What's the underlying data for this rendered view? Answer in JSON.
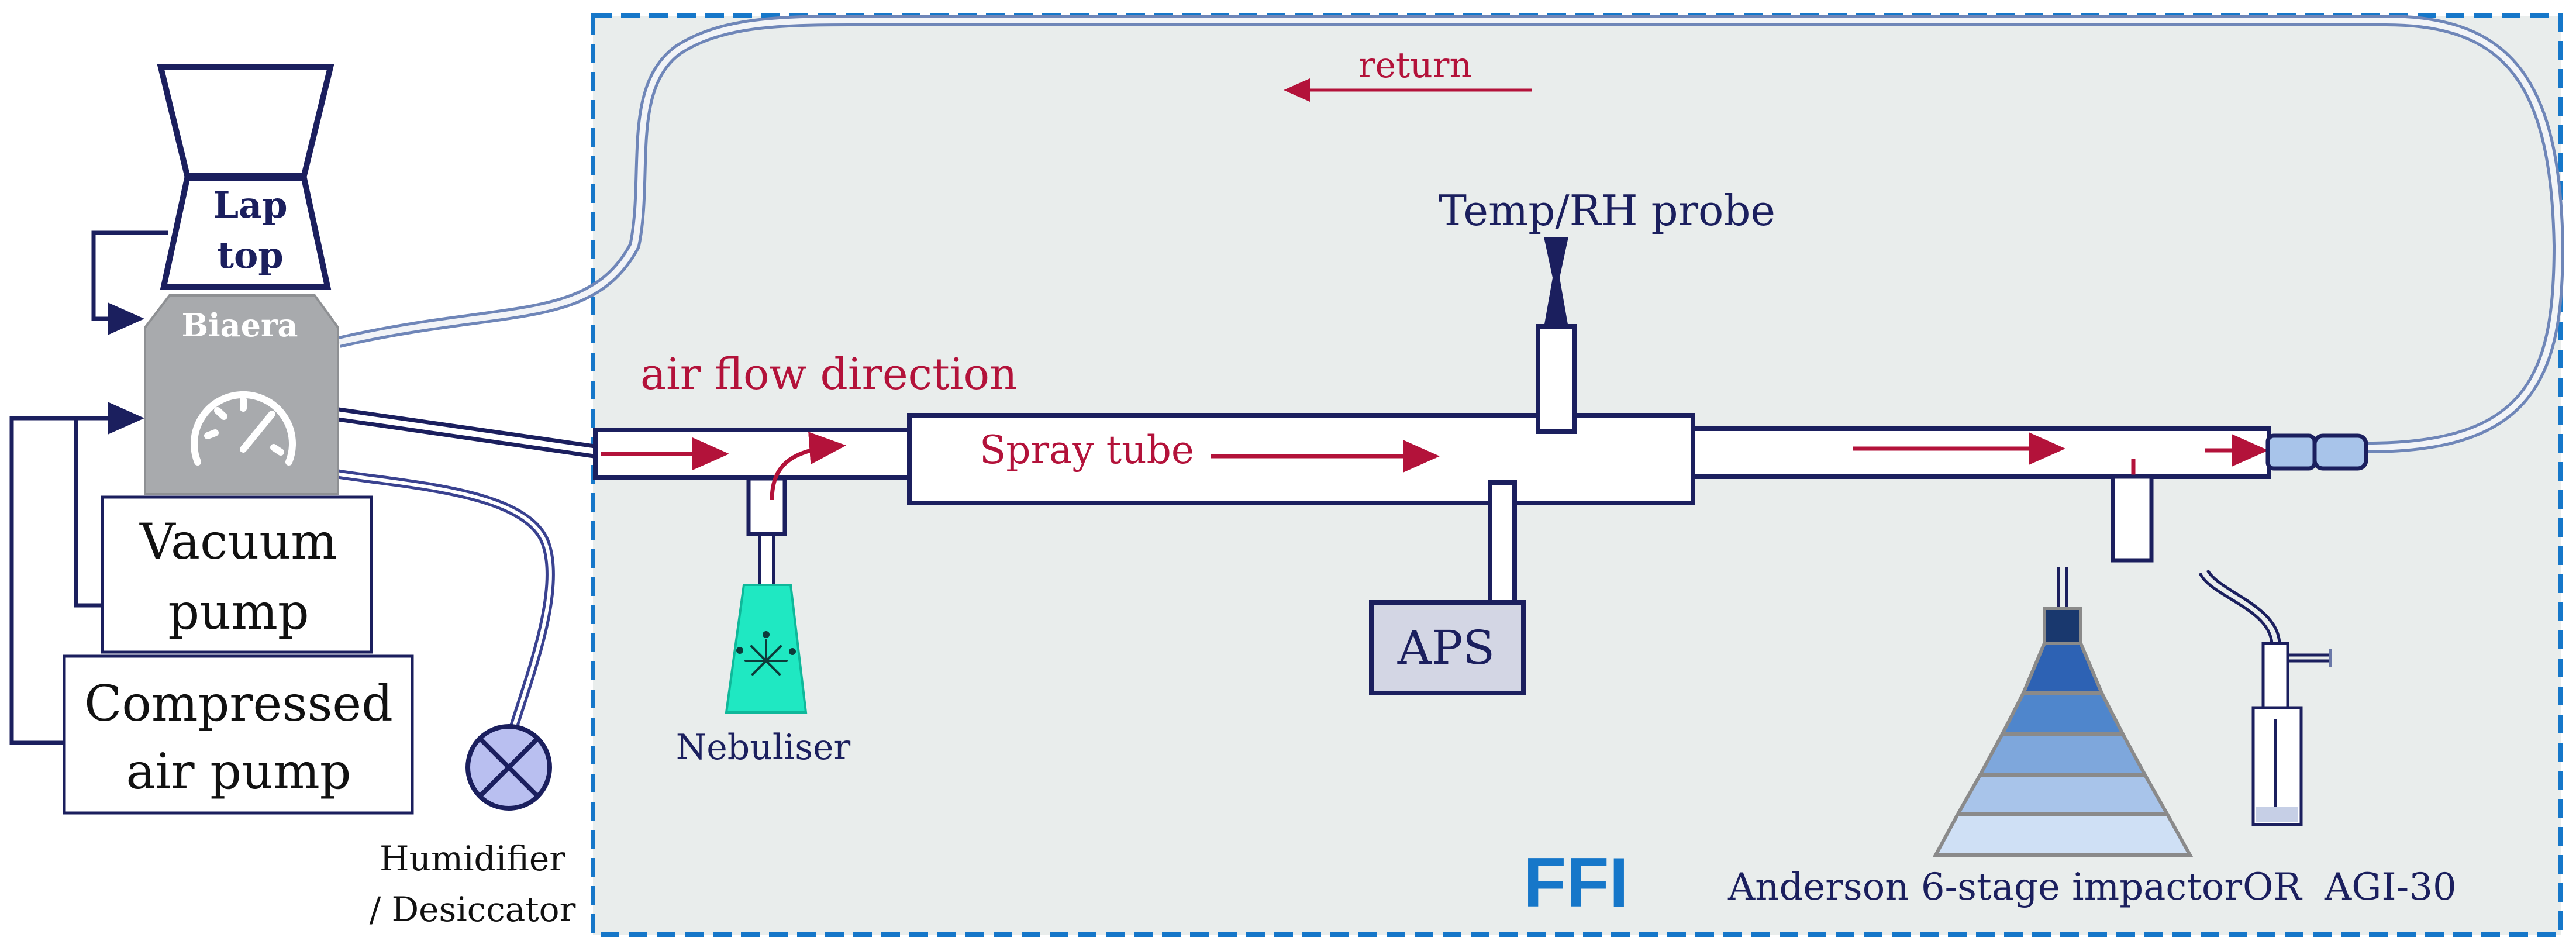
{
  "labels": {
    "laptop_line1": "Lap",
    "laptop_line2": "top",
    "biaera": "Biaera",
    "vacuum_line1": "Vacuum",
    "vacuum_line2": "pump",
    "compressed_line1": "Compressed",
    "compressed_line2": "air pump",
    "humidifier_line1": "Humidifier",
    "humidifier_line2": "/ Desiccator",
    "return": "return",
    "temp_rh_probe": "Temp/RH probe",
    "air_flow_direction": "air flow direction",
    "spray_tube": "Spray tube",
    "aps": "APS",
    "nebuliser": "Nebuliser",
    "ffi": "FFI",
    "anderson": "Anderson 6-stage impactor",
    "or": "OR",
    "agi": "AGI-30"
  },
  "colors": {
    "navy": "#1b1f5e",
    "red": "#b3123a",
    "chamber_fill": "#e9edec",
    "chamber_border": "#1677c9",
    "biaera_grey": "#a8aaad",
    "nebuliser_teal": "#1fe8c2",
    "tubing_blue": "#7f97c9",
    "humidifier_fill": "#b9bff0",
    "impactor_stages": [
      "#19386e",
      "#2d62b4",
      "#4f86cc",
      "#7ea7dc",
      "#a8c4ea",
      "#cfe0f5"
    ]
  },
  "icons": {
    "biaera_gauge": "speedometer-icon",
    "humidifier_valve": "crossed-circle-icon",
    "nebuliser_spray": "spray-burst-icon"
  }
}
